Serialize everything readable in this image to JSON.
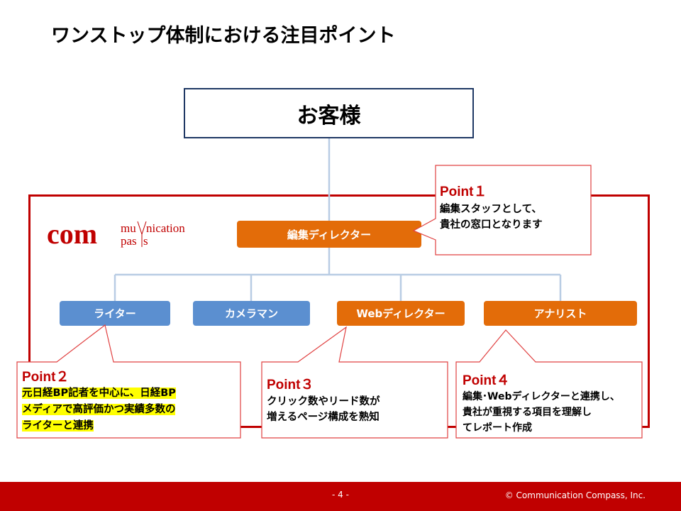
{
  "title": "ワンストップ体制における注目ポイント",
  "customer": "お客様",
  "logo": {
    "com": "com",
    "top": "mu",
    "nication": "nication",
    "bottom": "pas",
    "s": "s"
  },
  "org": {
    "editor": "編集ディレクター",
    "writer": "ライター",
    "camera": "カメラマン",
    "web_director": "Webディレクター",
    "analyst": "アナリスト"
  },
  "points": [
    {
      "title": "Point１",
      "lines": [
        "編集スタッフとして、",
        "貴社の窓口となります"
      ]
    },
    {
      "title": "Point２",
      "lines": [
        "元日経BP記者を中心に、日経BP",
        "メディアで高評価かつ実績多数の",
        "ライターと連携"
      ]
    },
    {
      "title": "Point３",
      "lines": [
        "クリック数やリード数が",
        "増えるページ構成を熟知"
      ]
    },
    {
      "title": "Point４",
      "lines": [
        "編集･Webディレクターと連携し、",
        "貴社が重視する項目を理解し",
        "てレポート作成"
      ]
    }
  ],
  "footer": {
    "page": "- 4 -",
    "copyright": "© Communication Compass, Inc."
  },
  "colors": {
    "accent_red": "#c00000",
    "orange": "#e36c09",
    "blue": "#5b8fd0",
    "navy": "#1f3864",
    "highlight": "#ffff00"
  }
}
